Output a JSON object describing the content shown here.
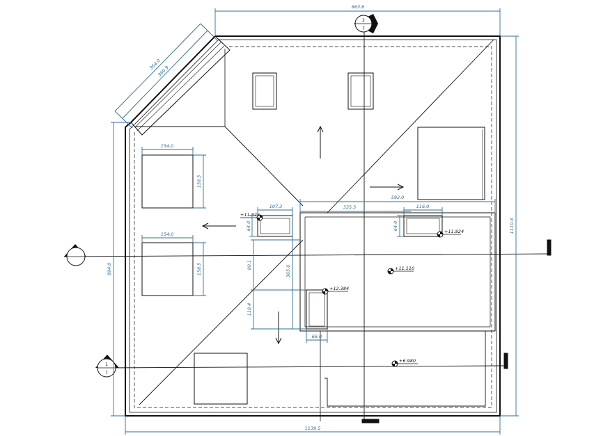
{
  "drawing": {
    "dimensions": {
      "top_width": "863.8",
      "bottom_width": "1139.5",
      "right_height": "1110.8",
      "left_height": "894.0",
      "diag_outer": "364.0",
      "diag_inner": "360.9",
      "skylight1_w": "154.0",
      "skylight1_h": "158.5",
      "skylight2_w": "154.0",
      "skylight2_h": "158.5",
      "hatch_w": "107.3",
      "hatch_h": "64.0",
      "block_w1": "335.5",
      "block_w2": "592.0",
      "vent_w": "116.0",
      "vent_h": "64.0",
      "dim_801": "80.1",
      "dim_3656": "365.6",
      "dim_1184": "118.4",
      "dim_660": "66.0"
    },
    "levels": {
      "l1": "+11.826",
      "l2": "+11.824",
      "l3": "+11.110",
      "l4": "+12.384",
      "l5": "+6.980"
    },
    "section_markers": {
      "top": {
        "num": "2",
        "sheet": "7"
      },
      "left_mid": {
        "num": "",
        "sheet": ""
      },
      "left_low": {
        "num": "1",
        "sheet": "7"
      }
    }
  }
}
